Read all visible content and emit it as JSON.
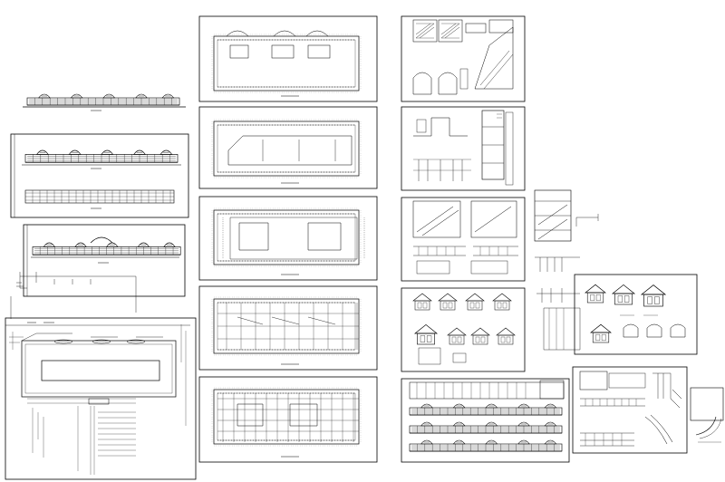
{
  "canvas": {
    "background": "#ffffff",
    "ink": "#000000"
  },
  "sheets": [
    {
      "id": "elevation-stack",
      "kind": "elevations"
    },
    {
      "id": "front-elevation",
      "kind": "elevation"
    },
    {
      "id": "site-plan",
      "kind": "site-plan"
    },
    {
      "id": "plan-roof",
      "kind": "floor-plan"
    },
    {
      "id": "plan-level-2",
      "kind": "floor-plan"
    },
    {
      "id": "plan-level-3",
      "kind": "floor-plan"
    },
    {
      "id": "plan-level-4",
      "kind": "floor-plan"
    },
    {
      "id": "plan-level-5",
      "kind": "floor-plan"
    },
    {
      "id": "stair-details",
      "kind": "details"
    },
    {
      "id": "section-details",
      "kind": "details"
    },
    {
      "id": "stair-sections",
      "kind": "sections"
    },
    {
      "id": "dormer-details",
      "kind": "details"
    },
    {
      "id": "long-sections",
      "kind": "sections"
    },
    {
      "id": "gable-details",
      "kind": "details"
    },
    {
      "id": "wall-sections",
      "kind": "sections"
    },
    {
      "id": "loose-detail",
      "kind": "detail"
    }
  ]
}
